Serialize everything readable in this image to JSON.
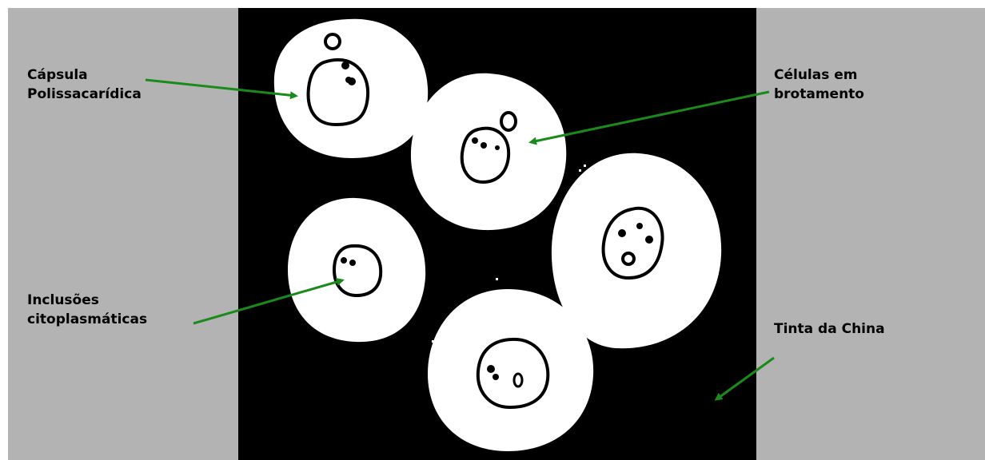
{
  "labels": {
    "capsula": [
      "Cápsula",
      "Polissacarídica"
    ],
    "celulas": [
      "Células em",
      "brotamento"
    ],
    "inclusoes": [
      "Inclusões",
      "citoplasmáticas"
    ],
    "tinta": "Tinta da China"
  },
  "colors": {
    "side_panel": "#b3b3b3",
    "ink_background": "#000000",
    "capsule": "#ffffff",
    "arrow": "#1a8a1a",
    "label_text": "#000000"
  }
}
